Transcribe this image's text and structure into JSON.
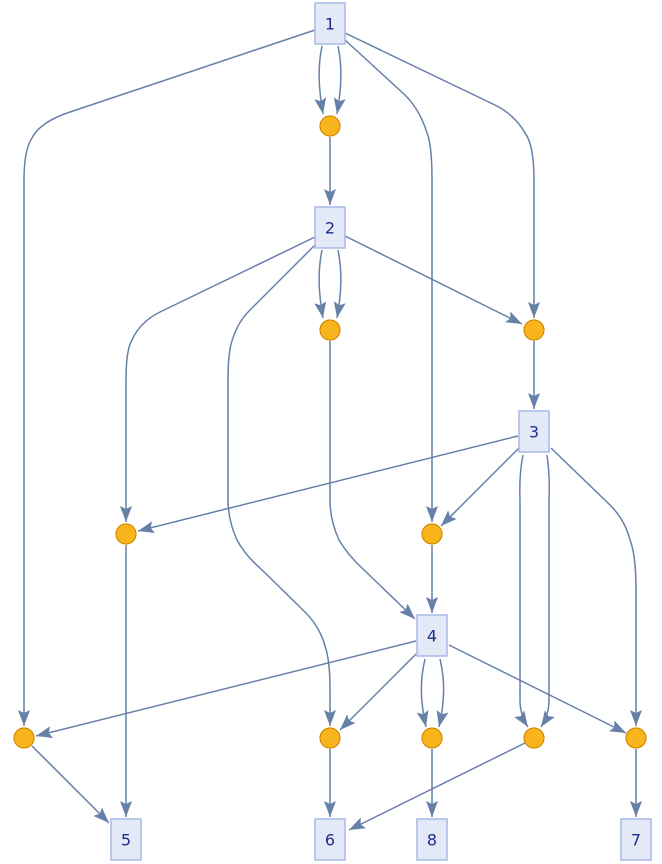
{
  "graph": {
    "nodes": [
      "1",
      "2",
      "3",
      "4",
      "5",
      "6",
      "7",
      "8"
    ],
    "colors": {
      "edge": "#6680a8",
      "box_fill": "#e4e9f8",
      "box_stroke": "#a9b9e6",
      "label": "#1a2f8a",
      "dot_fill": "#f8b51e",
      "dot_stroke": "#d08c00"
    }
  }
}
